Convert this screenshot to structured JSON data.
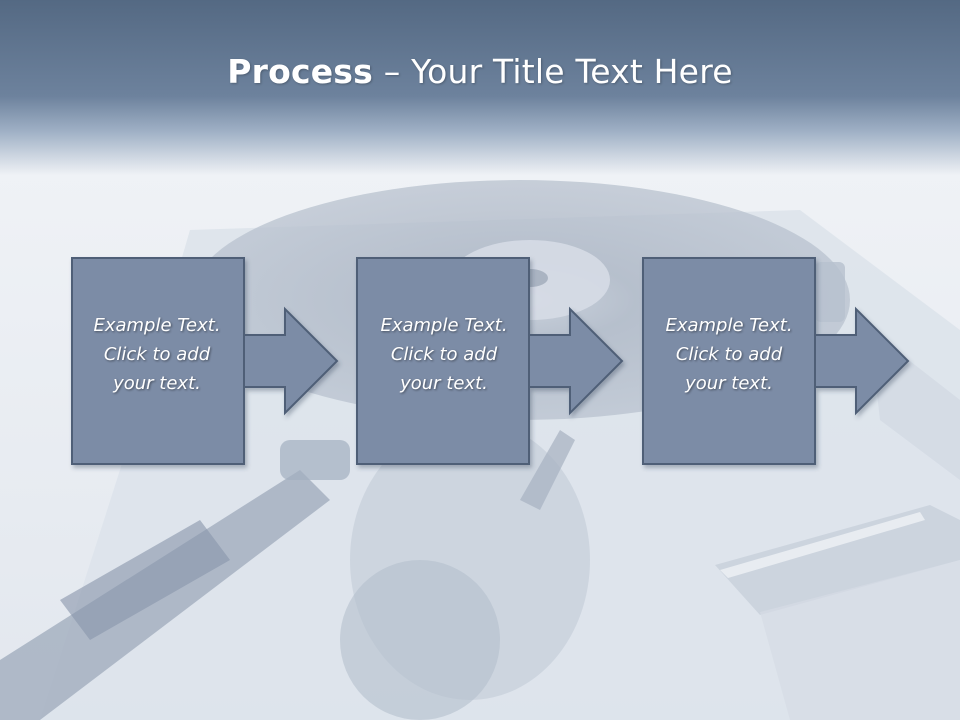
{
  "title": {
    "bold": "Process",
    "separator": " – ",
    "rest": "Your Title Text Here"
  },
  "steps": [
    {
      "lines": [
        "Example Text.",
        "Click  to add",
        "your text."
      ]
    },
    {
      "lines": [
        "Example Text.",
        "Click  to add",
        "your text."
      ]
    },
    {
      "lines": [
        "Example Text.",
        "Click  to add",
        "your text."
      ]
    }
  ],
  "colors": {
    "title_band": "#5b708b",
    "step_fill": "#7b8ca6",
    "step_border": "#4f5f77",
    "text": "#ffffff"
  }
}
